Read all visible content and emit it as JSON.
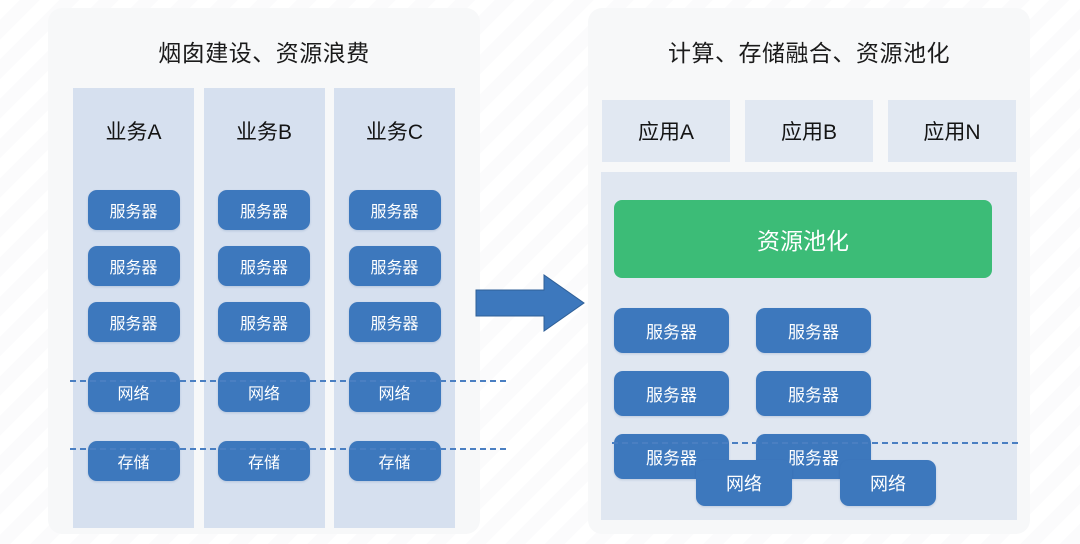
{
  "colors": {
    "chip_blue": "#3d78bd",
    "pool_green": "#3cbc77",
    "column_bg": "#d6e0ef",
    "panel_bg": "#f7f8f9",
    "app_box_bg": "#e1e8f2",
    "dash_blue": "#4a7fc2",
    "arrow_blue": "#3d78bd"
  },
  "left_panel": {
    "title": "烟囱建设、资源浪费",
    "columns": [
      {
        "title": "业务A",
        "servers": [
          "服务器",
          "服务器",
          "服务器"
        ],
        "network": "网络",
        "storage": "存储"
      },
      {
        "title": "业务B",
        "servers": [
          "服务器",
          "服务器",
          "服务器"
        ],
        "network": "网络",
        "storage": "存储"
      },
      {
        "title": "业务C",
        "servers": [
          "服务器",
          "服务器",
          "服务器"
        ],
        "network": "网络",
        "storage": "存储"
      }
    ]
  },
  "arrow": {
    "direction": "right",
    "icon": "arrow-right-icon"
  },
  "right_panel": {
    "title": "计算、存储融合、资源池化",
    "apps": [
      "应用A",
      "应用B",
      "应用N"
    ],
    "pool_label": "资源池化",
    "servers": [
      "服务器",
      "服务器",
      "服务器",
      "服务器",
      "服务器",
      "服务器"
    ],
    "networks": [
      "网络",
      "网络"
    ]
  }
}
